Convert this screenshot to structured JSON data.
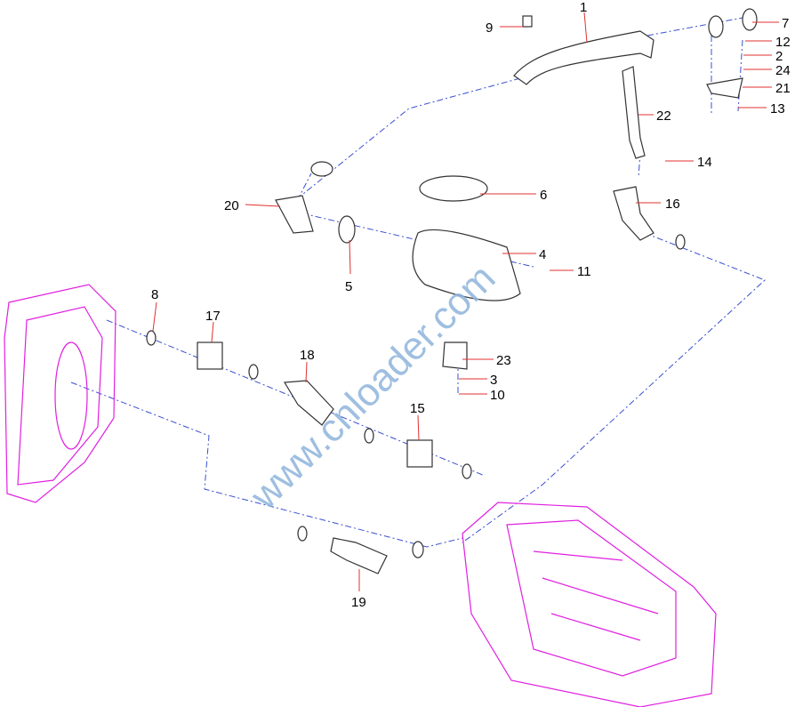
{
  "diagram": {
    "watermark": "www.cnloader.com",
    "callouts": [
      "1",
      "9",
      "7",
      "12",
      "2",
      "24",
      "21",
      "13",
      "22",
      "14",
      "6",
      "16",
      "20",
      "4",
      "11",
      "5",
      "8",
      "17",
      "18",
      "23",
      "3",
      "10",
      "15",
      "19"
    ],
    "colors": {
      "leader": "#e03030",
      "centerline": "#3a4fd0",
      "assembly": "#e020e0",
      "watermark": "#8fb5dc"
    }
  }
}
